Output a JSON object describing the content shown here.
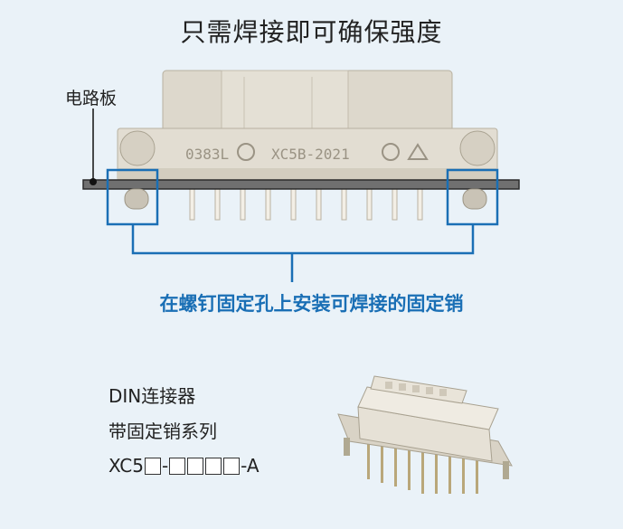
{
  "title": "只需焊接即可确保强度",
  "pcb_label": "电路板",
  "connector_marking": "XC5B-2021",
  "connector_code": "0383L",
  "caption": "在螺钉固定孔上安装可焊接的固定销",
  "description": {
    "line1": "DIN连接器",
    "line2": "带固定销系列",
    "part_prefix": "XC5",
    "part_sep1": "-",
    "part_suffix": "-A"
  },
  "colors": {
    "accent": "#1a6fb5",
    "background": "#eaf2f8",
    "pcb": "#707070"
  }
}
